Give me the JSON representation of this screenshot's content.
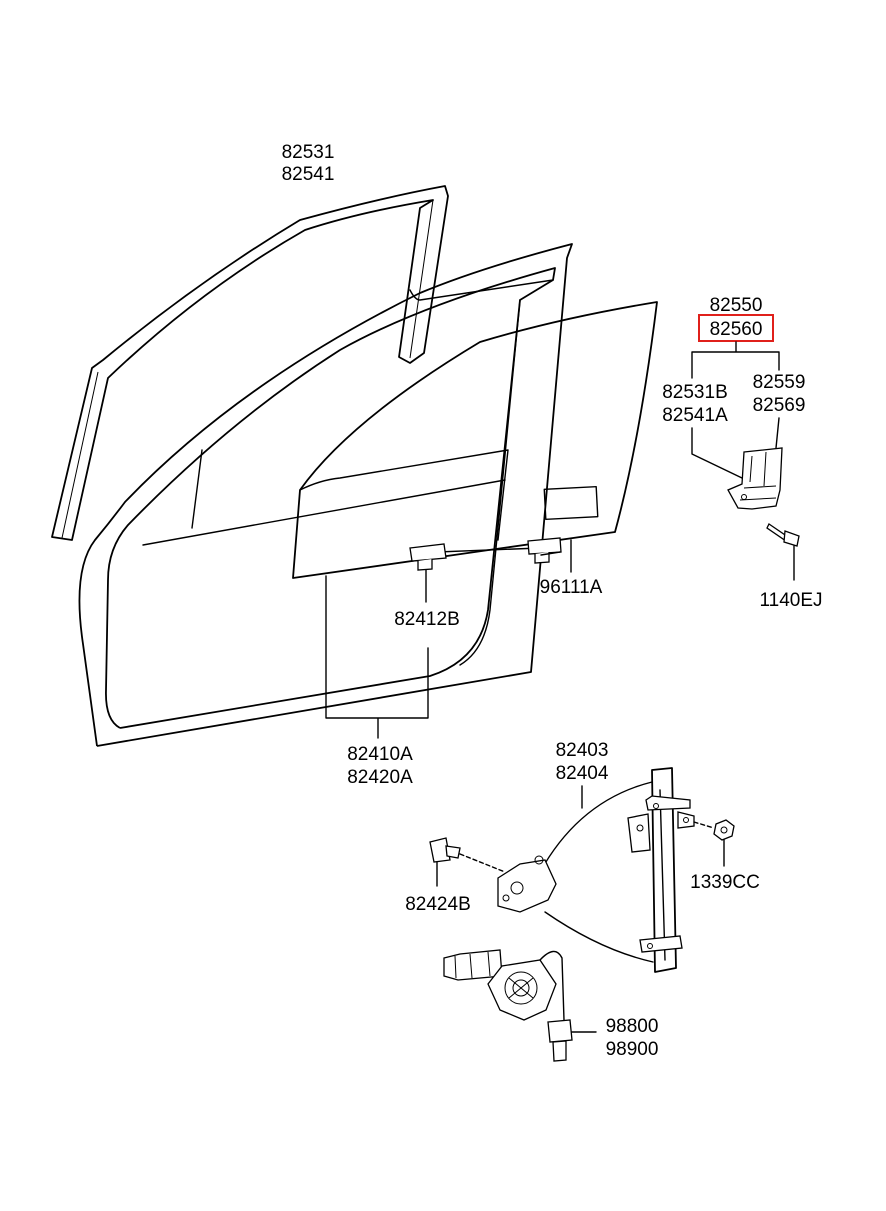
{
  "labels": {
    "glass_run_upper": [
      "82531",
      "82541"
    ],
    "module_top": "82550",
    "module_highlight": "82560",
    "channel_left": [
      "82531B",
      "82541A"
    ],
    "channel_right": [
      "82559",
      "82569"
    ],
    "glass_label": "96111A",
    "glass_holder": "82412B",
    "glass_assy": [
      "82410A",
      "82420A"
    ],
    "bolt": "1140EJ",
    "regulator": [
      "82403",
      "82404"
    ],
    "nut": "1339CC",
    "regulator_bolt": "82424B",
    "motor": [
      "98800",
      "98900"
    ]
  },
  "colors": {
    "highlight": "#e0201b",
    "line": "#000000"
  }
}
